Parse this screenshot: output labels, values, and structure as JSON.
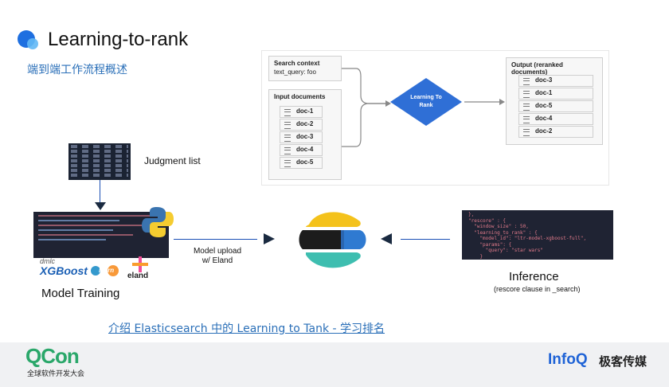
{
  "header": {
    "title": "Learning-to-rank",
    "subtitle": "端到端工作流程概述"
  },
  "diagram": {
    "search_context": {
      "heading": "Search context",
      "query": "text_query: foo"
    },
    "input_documents": {
      "heading": "Input documents",
      "docs": [
        "doc-1",
        "doc-2",
        "doc-3",
        "doc-4",
        "doc-5"
      ]
    },
    "ranker": {
      "line1": "Learning To",
      "line2": "Rank"
    },
    "output": {
      "heading": "Output (reranked documents)",
      "docs": [
        "doc-3",
        "doc-1",
        "doc-5",
        "doc-4",
        "doc-2"
      ]
    }
  },
  "judgment": {
    "label": "Judgment list"
  },
  "training": {
    "label": "Model Training",
    "dmlc": "dmlc",
    "xgboost": "XGBoost",
    "learn": "learn",
    "eland": "eland"
  },
  "upload": {
    "line1": "Model upload",
    "line2": "w/ Eland"
  },
  "inference": {
    "label": "Inference",
    "sub": "(rescore clause in _search)",
    "code": [
      "},",
      "\"rescore\" : {",
      "  \"window_size\" : 50,",
      "  \"learning_to_rank\" : {",
      "    \"model_id\": \"ltr-model-xgboost-full\",",
      "    \"params\": {",
      "      \"query\": \"star wars\"",
      "    }",
      "  }",
      "},"
    ]
  },
  "link": {
    "text": "介绍 Elasticsearch 中的 Learning to Tank - 学习排名"
  },
  "footer": {
    "qcon": "QCon",
    "qcon_sub": "全球软件开发大会",
    "infoq": "InfoQ",
    "infoq_cn": "极客传媒"
  },
  "colors": {
    "accent_blue": "#1e6fe0",
    "diamond": "#2f6fd6",
    "qcon_green": "#2aa76a",
    "code_bg": "#1f2333"
  },
  "icons": [
    "python-logo-icon",
    "elastic-logo-icon",
    "arrow-right-icon",
    "arrow-left-icon",
    "arrow-down-icon",
    "document-icon"
  ]
}
